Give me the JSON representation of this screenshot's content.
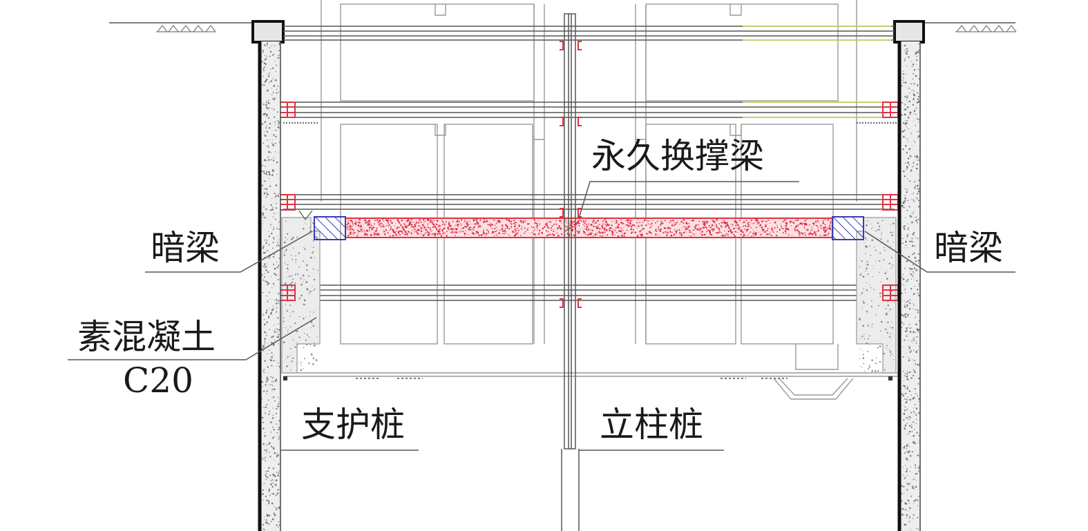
{
  "labels": {
    "permanent_strut_beam": "永久换撑梁",
    "hidden_beam_left": "暗梁",
    "hidden_beam_right": "暗梁",
    "plain_concrete": "素混凝土",
    "concrete_grade": "C20",
    "retaining_pile": "支护桩",
    "column_pile": "立柱桩"
  },
  "colors": {
    "line": "#555555",
    "dark": "#1a1a1a",
    "red": "#e03040",
    "blue": "#3a3ab0",
    "yellow": "#d8d860",
    "concrete": "#9a9a9a"
  }
}
